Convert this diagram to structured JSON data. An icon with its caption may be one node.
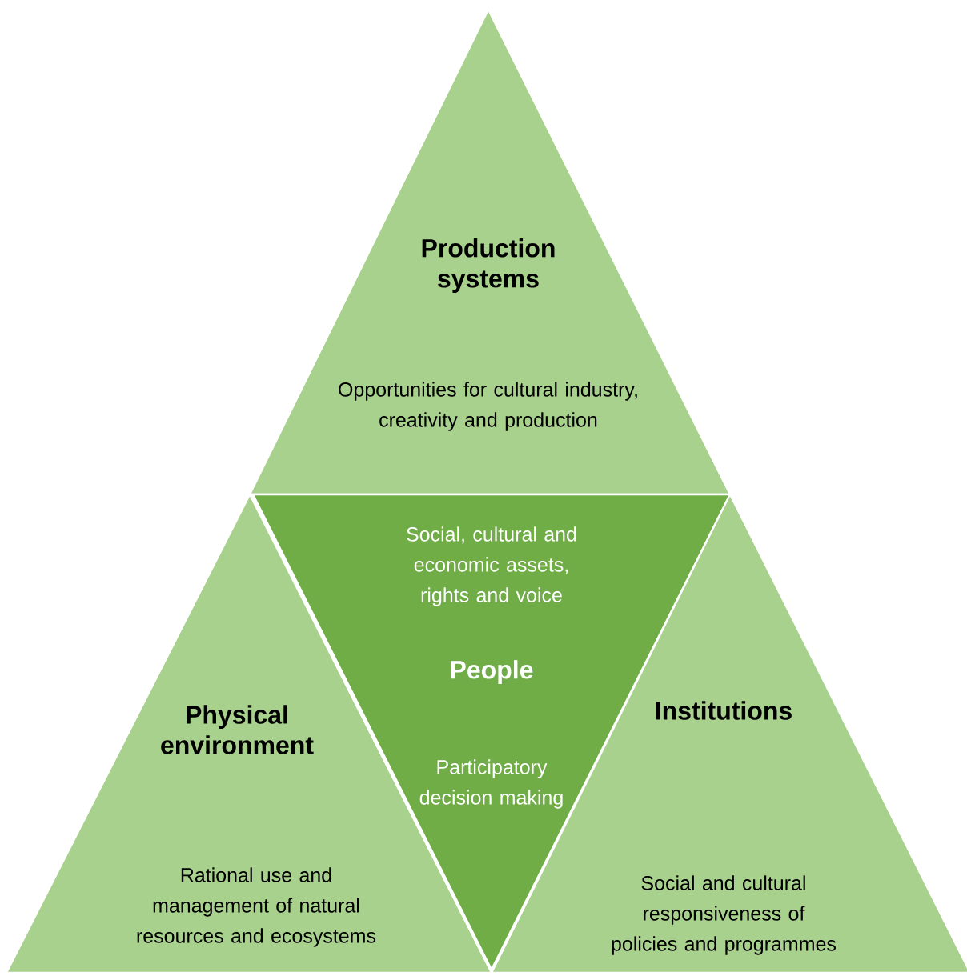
{
  "diagram": {
    "nodes": [
      {
        "text": [
          "Production systems",
          "Opportunities for cultural industry, creativity and production"
        ]
      },
      {
        "text": [
          "Social, cultural and economic assets, rights and voice",
          "People",
          "Participatory decision making"
        ]
      },
      {
        "text": [
          "Physical environment",
          "Rational use and management of natural resources and ecosystems"
        ]
      },
      {
        "text": [
          "Institutions",
          "Social and cultural responsiveness of policies and programmes"
        ]
      }
    ]
  }
}
